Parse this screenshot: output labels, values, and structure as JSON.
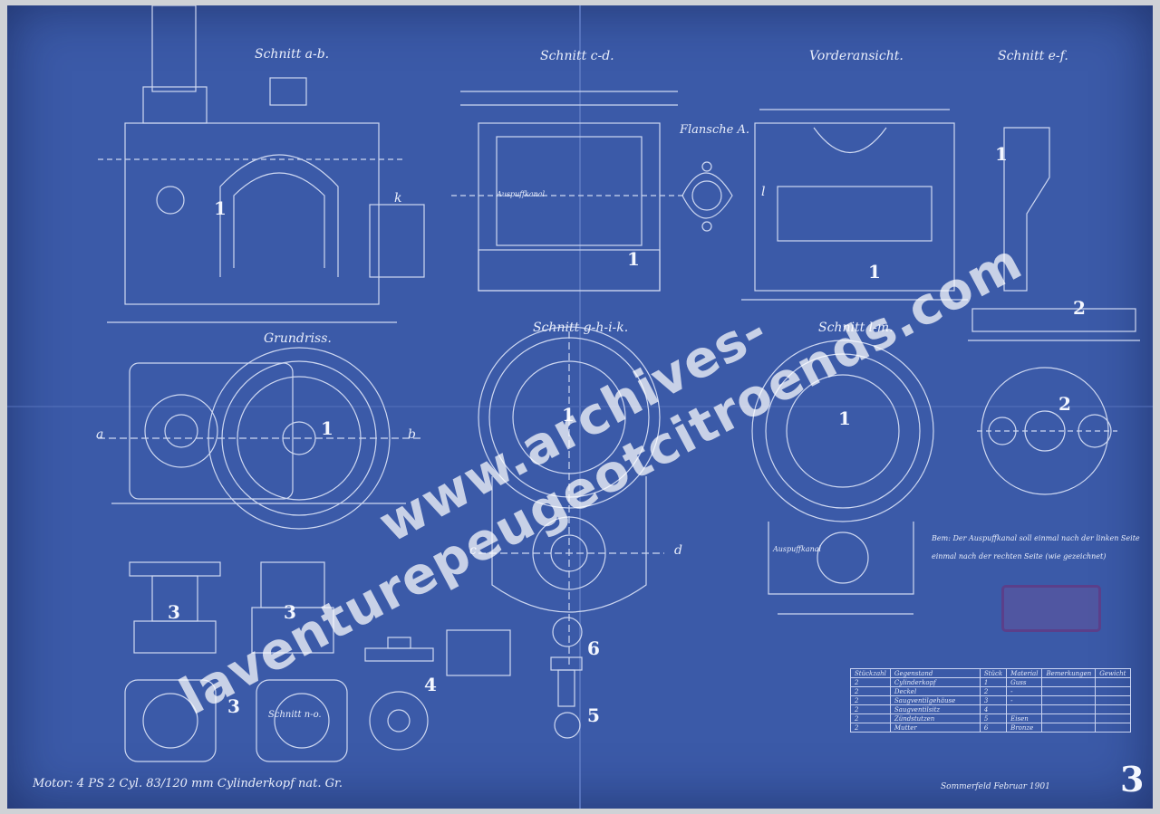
{
  "drawing": {
    "section_titles": {
      "sec_ab": "Schnitt a-b.",
      "sec_cd": "Schnitt c-d.",
      "front": "Vorderansicht.",
      "sec_ef": "Schnitt e-f.",
      "plan": "Grundriss.",
      "sec_ghik": "Schnitt g-h-i-k.",
      "sec_lm": "Schnitt l-m.",
      "flange": "Flansche A.",
      "sec_no": "Schnitt n-o."
    },
    "part_numbers": {
      "p1_ab": "1",
      "p1_cd": "1",
      "p1_front": "1",
      "p1_ef": "1",
      "p2_ef": "2",
      "p1_plan": "1",
      "p1_ghik": "1",
      "p1_lm": "1",
      "p2_round": "2",
      "p3_a": "3",
      "p3_b": "3",
      "p3_c": "3",
      "p4": "4",
      "p5": "5",
      "p6": "6"
    },
    "edge_letters": {
      "a": "a",
      "b": "b",
      "c": "c",
      "d": "d",
      "k": "k",
      "l": "l"
    },
    "note_lines": [
      "Bem: Der Auspuffkanal soll einmal nach der linken Seite",
      "einmal nach der rechten Seite (wie gezeichnet)"
    ],
    "inner_labels": {
      "auspuff_cd": "Auspuffkanal",
      "auspuff_lm": "Auspuffkanal"
    },
    "title_block": "Motor: 4 PS 2 Cyl. 83/120 mm   Cylinderkopf nat. Gr.",
    "signature": "Sommerfeld Februar 1901",
    "sheet_number": "3"
  },
  "parts_table": {
    "headers": [
      "Stückzahl",
      "Gegenstand",
      "Stück",
      "Material",
      "Bemerkungen",
      "Gewicht"
    ],
    "rows": [
      [
        "2",
        "Cylinderkopf",
        "1",
        "Guss",
        "",
        ""
      ],
      [
        "2",
        "Deckel",
        "2",
        "-",
        "",
        ""
      ],
      [
        "2",
        "Saugventilgehäuse",
        "3",
        "-",
        "",
        ""
      ],
      [
        "2",
        "Saugventilsitz",
        "4",
        "",
        "",
        ""
      ],
      [
        "2",
        "Zündstutzen",
        "5",
        "Eisen",
        "",
        ""
      ],
      [
        "2",
        "Mutter",
        "6",
        "Bronze",
        "",
        ""
      ]
    ]
  },
  "watermark": "www.archives-laventurepeugeotcitroends.com",
  "colors": {
    "paper": "#3b5aa8",
    "ink": "#e9eefb",
    "stamp": "#5b3f8a"
  }
}
